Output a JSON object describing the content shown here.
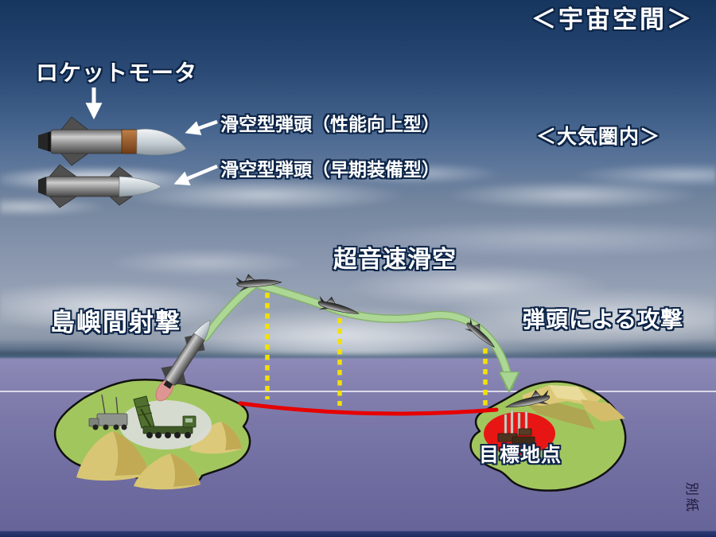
{
  "slide": {
    "region_labels": {
      "space": "＜宇宙空間＞",
      "atmosphere": "＜大気圏内＞"
    },
    "component_labels": {
      "rocket_motor": "ロケットモータ",
      "glide_warhead_improved": "滑空型弾頭（性能向上型）",
      "glide_warhead_early": "滑空型弾頭（早期装備型）"
    },
    "phase_labels": {
      "launch": "島嶼間射撃",
      "glide": "超音速滑空",
      "attack": "弾頭による攻撃",
      "target": "目標地点"
    },
    "corner_note": "別紙",
    "icons": {
      "booster_improved": "missile-with-curved-waverider-nose",
      "booster_early": "missile-with-conical-nose",
      "launch_missile": "ascending-missile-with-pink-exhaust",
      "glide_vehicle": "dark-waverider-glider",
      "launcher_truck": "green-erected-launcher-truck",
      "command_vehicle": "grey-radar-truck-with-antennas",
      "target_vehicles": "brown-vehicles-with-missile-tubes",
      "down_arrow": "white-down-arrow",
      "pointer_arrow": "white-left-pointer-arrow"
    },
    "colors": {
      "glide_path_green": "#a9d592",
      "ballistic_path_red": "#e60000",
      "descent_marker_yellow": "#f2e205",
      "island_green": "#a2c65e",
      "hill_tan": "#d9c674",
      "target_red": "#e81515",
      "sea_purple": "#7a77a9",
      "sky_deep_blue": "#17365f",
      "label_outline_navy": "#0d2548"
    }
  }
}
